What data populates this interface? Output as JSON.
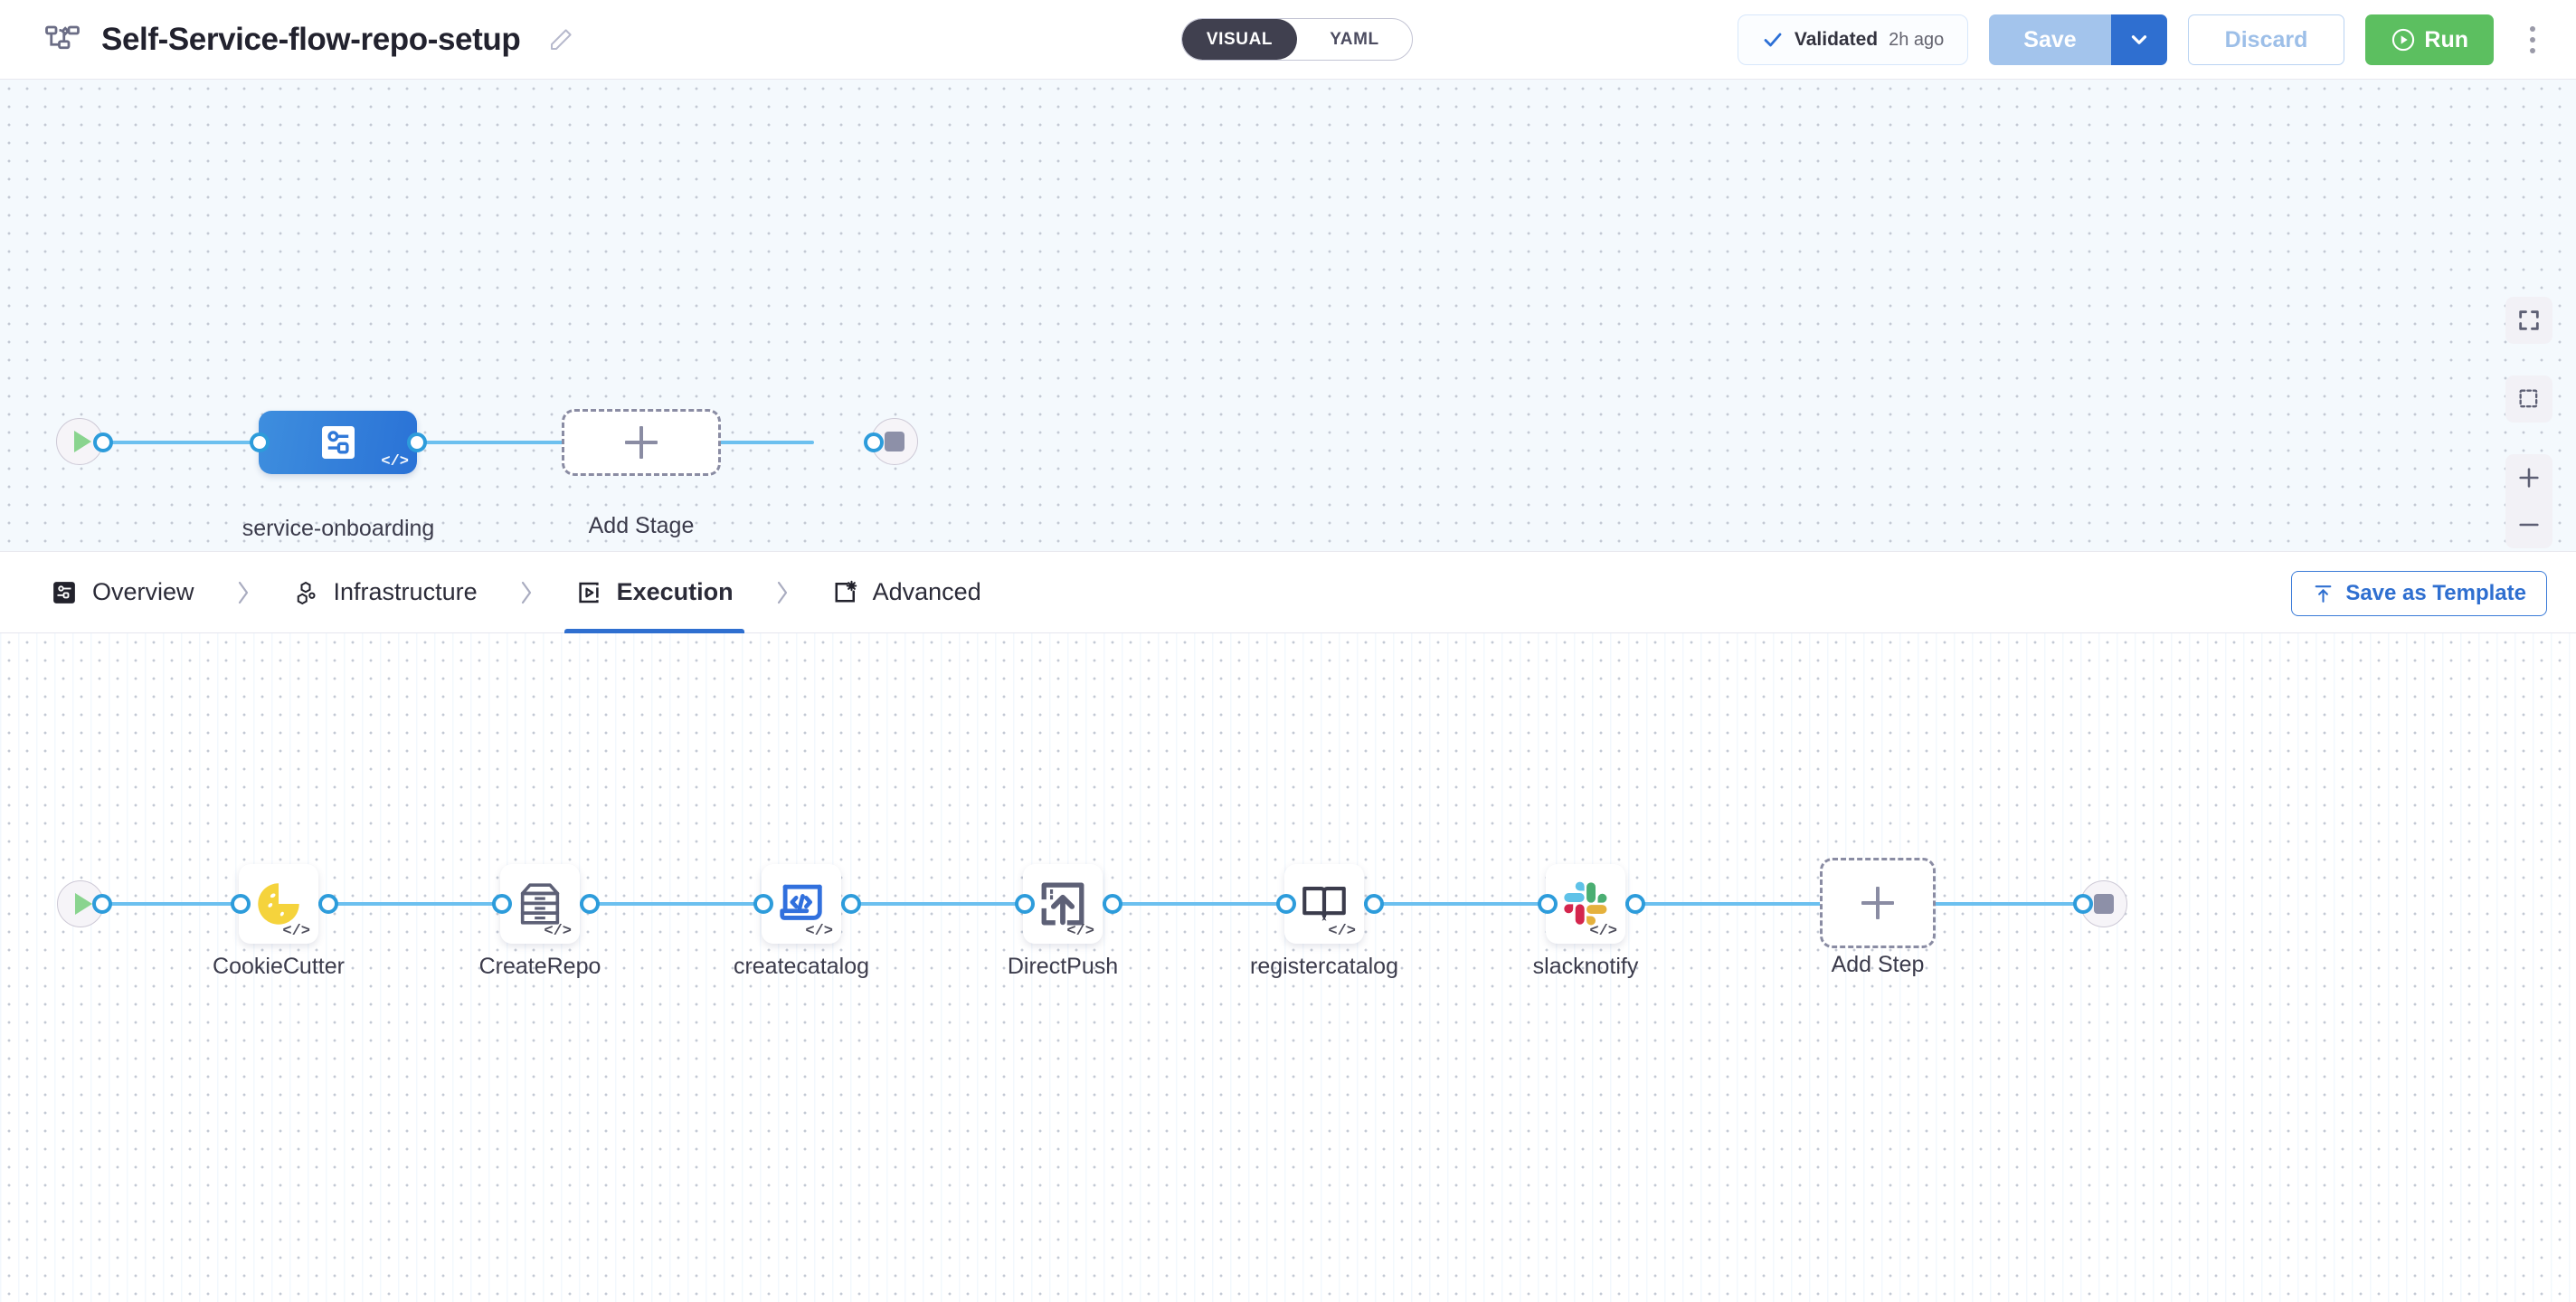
{
  "header": {
    "pipeline_icon": "pipeline-flow-icon",
    "title": "Self-Service-flow-repo-setup",
    "edit_icon": "pencil-edit-icon",
    "mode_toggle": {
      "options": [
        "VISUAL",
        "YAML"
      ],
      "selected": "VISUAL"
    },
    "validated": {
      "icon": "check-icon",
      "label": "Validated",
      "time": "2h ago"
    },
    "save_label": "Save",
    "save_caret_icon": "chevron-down-icon",
    "discard_label": "Discard",
    "run_label": "Run",
    "run_icon": "play-circle-icon",
    "more_icon": "kebab-menu-icon"
  },
  "stage_canvas": {
    "start_node": {
      "icon": "play-icon"
    },
    "stages": [
      {
        "name": "service-onboarding",
        "icon": "pipeline-stage-icon",
        "code_badge": "</>",
        "selected": true
      }
    ],
    "add_stage": {
      "label": "Add Stage",
      "icon": "plus-icon"
    },
    "end_node": {
      "icon": "stop-icon"
    }
  },
  "canvas_controls": [
    {
      "name": "fit-to-screen",
      "icon": "expand-icon"
    },
    {
      "name": "selection-box",
      "icon": "marquee-select-icon"
    },
    {
      "name": "zoom-in",
      "icon": "plus-icon"
    },
    {
      "name": "zoom-out",
      "icon": "minus-icon"
    }
  ],
  "tabs": [
    {
      "label": "Overview",
      "icon": "overview-icon",
      "active": false
    },
    {
      "label": "Infrastructure",
      "icon": "infrastructure-icon",
      "active": false
    },
    {
      "label": "Execution",
      "icon": "execution-play-icon",
      "active": true
    },
    {
      "label": "Advanced",
      "icon": "advanced-gear-icon",
      "active": false
    }
  ],
  "save_as_template": {
    "label": "Save as Template",
    "icon": "upload-template-icon"
  },
  "step_canvas": {
    "start_node": {
      "icon": "play-icon"
    },
    "steps": [
      {
        "name": "CookieCutter",
        "icon": "cookie-icon",
        "code_badge": "</>"
      },
      {
        "name": "CreateRepo",
        "icon": "archive-drawer-icon",
        "code_badge": "</>"
      },
      {
        "name": "createcatalog",
        "icon": "laptop-code-icon",
        "code_badge": "</>"
      },
      {
        "name": "DirectPush",
        "icon": "push-upload-icon",
        "code_badge": "</>"
      },
      {
        "name": "registercatalog",
        "icon": "open-book-icon",
        "code_badge": "</>"
      },
      {
        "name": "slacknotify",
        "icon": "slack-icon",
        "code_badge": "</>"
      }
    ],
    "add_step": {
      "label": "Add Step",
      "icon": "plus-icon"
    },
    "end_node": {
      "icon": "stop-icon"
    }
  },
  "colors": {
    "accent_blue": "#2f6fd0",
    "wire_blue": "#6cc0ef",
    "run_green": "#5cbf60",
    "stage_blue": "#2a72d6",
    "canvas_bg": "#f4f9fd"
  }
}
